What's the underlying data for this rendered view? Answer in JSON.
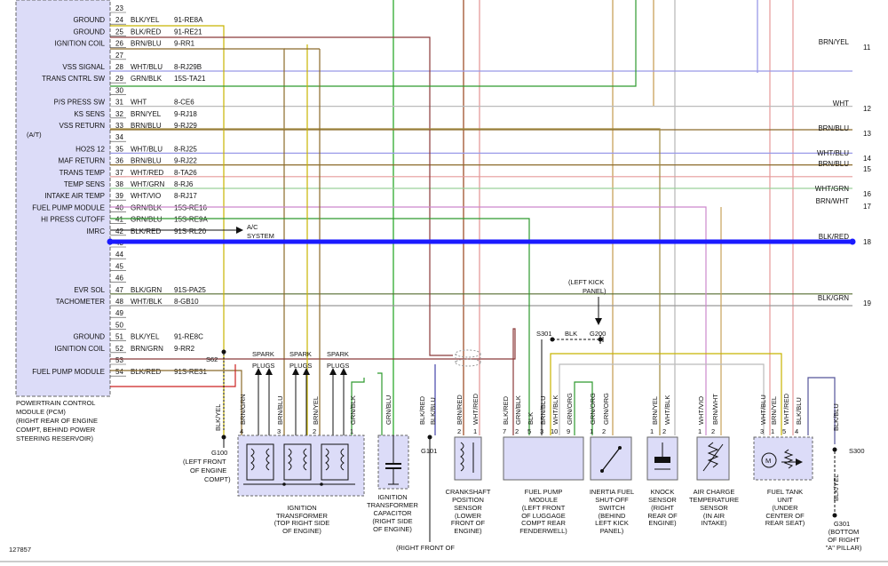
{
  "pcm": {
    "caption": [
      "POWERTRAIN CONTROL",
      "MODULE (PCM)",
      "(RIGHT REAR OF ENGINE",
      "COMPT, BEHIND POWER",
      "STEERING RESERVOIR)"
    ],
    "at_note": "(A/T)",
    "pins": [
      {
        "pin": "23",
        "label": "",
        "color": "",
        "circuit": ""
      },
      {
        "pin": "24",
        "label": "GROUND",
        "color": "BLK/YEL",
        "circuit": "91-RE8A"
      },
      {
        "pin": "25",
        "label": "GROUND",
        "color": "BLK/RED",
        "circuit": "91-RE21"
      },
      {
        "pin": "26",
        "label": "IGNITION COIL",
        "color": "BRN/BLU",
        "circuit": "9-RR1"
      },
      {
        "pin": "27",
        "label": "",
        "color": "",
        "circuit": ""
      },
      {
        "pin": "28",
        "label": "VSS SIGNAL",
        "color": "WHT/BLU",
        "circuit": "8-RJ29B"
      },
      {
        "pin": "29",
        "label": "TRANS CNTRL SW",
        "color": "GRN/BLK",
        "circuit": "15S-TA21"
      },
      {
        "pin": "30",
        "label": "",
        "color": "",
        "circuit": ""
      },
      {
        "pin": "31",
        "label": "P/S PRESS SW",
        "color": "WHT",
        "circuit": "8-CE6"
      },
      {
        "pin": "32",
        "label": "KS SENS",
        "color": "BRN/YEL",
        "circuit": "9-RJ18"
      },
      {
        "pin": "33",
        "label": "VSS RETURN",
        "color": "BRN/BLU",
        "circuit": "9-RJ29"
      },
      {
        "pin": "34",
        "label": "",
        "color": "",
        "circuit": ""
      },
      {
        "pin": "35",
        "label": "HO2S 12",
        "color": "WHT/BLU",
        "circuit": "8-RJ25"
      },
      {
        "pin": "36",
        "label": "MAF RETURN",
        "color": "BRN/BLU",
        "circuit": "9-RJ22"
      },
      {
        "pin": "37",
        "label": "TRANS TEMP",
        "color": "WHT/RED",
        "circuit": "8-TA26"
      },
      {
        "pin": "38",
        "label": "TEMP SENS",
        "color": "WHT/GRN",
        "circuit": "8-RJ6"
      },
      {
        "pin": "39",
        "label": "INTAKE AIR TEMP",
        "color": "WHT/VIO",
        "circuit": "8-RJ17"
      },
      {
        "pin": "40",
        "label": "FUEL PUMP MODULE",
        "color": "GRN/BLK",
        "circuit": "15S-RE16"
      },
      {
        "pin": "41",
        "label": "HI PRESS CUTOFF",
        "color": "GRN/BLU",
        "circuit": "15S-RE9A"
      },
      {
        "pin": "42",
        "label": "IMRC",
        "color": "BLK/RED",
        "circuit": "91S-RL20"
      },
      {
        "pin": "43",
        "label": "",
        "color": "",
        "circuit": ""
      },
      {
        "pin": "44",
        "label": "",
        "color": "",
        "circuit": ""
      },
      {
        "pin": "45",
        "label": "",
        "color": "",
        "circuit": ""
      },
      {
        "pin": "46",
        "label": "",
        "color": "",
        "circuit": ""
      },
      {
        "pin": "47",
        "label": "EVR SOL",
        "color": "BLK/GRN",
        "circuit": "91S-PA25"
      },
      {
        "pin": "48",
        "label": "TACHOMETER",
        "color": "WHT/BLK",
        "circuit": "8-GB10"
      },
      {
        "pin": "49",
        "label": "",
        "color": "",
        "circuit": ""
      },
      {
        "pin": "50",
        "label": "",
        "color": "",
        "circuit": ""
      },
      {
        "pin": "51",
        "label": "GROUND",
        "color": "BLK/YEL",
        "circuit": "91-RE8C"
      },
      {
        "pin": "52",
        "label": "IGNITION COIL",
        "color": "BRN/GRN",
        "circuit": "9-RR2"
      },
      {
        "pin": "53",
        "label": "",
        "color": "",
        "circuit": ""
      },
      {
        "pin": "54",
        "label": "FUEL PUMP MODULE",
        "color": "BLK/RED",
        "circuit": "91S-RE31"
      }
    ]
  },
  "right_refs": [
    {
      "color": "BRN/YEL",
      "num": "11"
    },
    {
      "color": "WHT",
      "num": "12"
    },
    {
      "color": "BRN/BLU",
      "num": "13"
    },
    {
      "color": "WHT/BLU",
      "num": "14"
    },
    {
      "color": "BRN/BLU",
      "num": "15"
    },
    {
      "color": "WHT/GRN",
      "num": "16"
    },
    {
      "color": "BRN/WHT",
      "num": "17"
    },
    {
      "color": "BLK/RED",
      "num": "18"
    },
    {
      "color": "BLK/GRN",
      "num": "19"
    }
  ],
  "ac_system": [
    "A/C",
    "SYSTEM"
  ],
  "splice_s62": "S62",
  "g100": {
    "id": "G100",
    "wire": "BLK/YEL",
    "loc": [
      "(LEFT FRONT",
      "OF ENGINE",
      "COMPT)"
    ]
  },
  "spark_plugs": [
    "SPARK",
    "PLUGS"
  ],
  "ignition_transformer": {
    "wires": [
      "BRN/GRN",
      "BRN/BLU",
      "BRN/YEL",
      "GRN/BLK"
    ],
    "pins": [
      "4",
      "3",
      "2",
      "1"
    ],
    "label": [
      "IGNITION",
      "TRANSFORMER",
      "(TOP RIGHT SIDE",
      "OF ENGINE)"
    ]
  },
  "ignition_capacitor": {
    "wire": "GRN/BLU",
    "label": [
      "IGNITION",
      "TRANSFORMER",
      "CAPACITOR",
      "(RIGHT SIDE",
      "OF ENGINE)"
    ]
  },
  "g101": {
    "id": "G101",
    "wires": [
      "BLK/RED",
      "BLK/BLU"
    ],
    "loc": "(RIGHT FRONT OF"
  },
  "crankshaft": {
    "wires": [
      "BRN/RED",
      "WHT/RED"
    ],
    "pins": [
      "2",
      "1"
    ],
    "label": [
      "CRANKSHAFT",
      "POSITION",
      "SENSOR",
      "(LOWER",
      "FRONT OF",
      "ENGINE)"
    ]
  },
  "left_kick_panel": [
    "(LEFT KICK",
    "PANEL)"
  ],
  "s301": "S301",
  "g200": "G200",
  "blk": "BLK",
  "fuel_pump_module": {
    "wires": [
      "BLK/RED",
      "GRN/BLK",
      "BLK",
      "BRN/BLU",
      "WHT/BLK",
      "GRN/ORG"
    ],
    "pins": [
      "7",
      "2",
      "5",
      "3",
      "10",
      "9"
    ],
    "label": [
      "FUEL PUMP",
      "MODULE",
      "(LEFT FRONT",
      "OF LUGGAGE",
      "COMPT REAR",
      "FENDERWELL)"
    ]
  },
  "inertia_switch": {
    "wires": [
      "GRN/ORG",
      "GRN/ORG"
    ],
    "pins": [
      "1",
      "2"
    ],
    "label": [
      "INERTIA FUEL",
      "SHUT-OFF",
      "SWITCH",
      "(BEHIND",
      "LEFT KICK",
      "PANEL)"
    ]
  },
  "knock_sensor": {
    "wires": [
      "BRN/YEL",
      "WHT/BLK"
    ],
    "pins": [
      "1",
      "2"
    ],
    "label": [
      "KNOCK",
      "SENSOR",
      "(RIGHT",
      "REAR OF",
      "ENGINE)"
    ]
  },
  "air_charge": {
    "wires": [
      "WHT/VIO",
      "BRN/WHT"
    ],
    "pins": [
      "1",
      "2"
    ],
    "label": [
      "AIR CHARGE",
      "TEMPERATURE",
      "SENSOR",
      "(IN AIR",
      "INTAKE)"
    ]
  },
  "fuel_tank_unit": {
    "wires": [
      "WHT/BLU",
      "BRN/YEL",
      "WHT/RED",
      "BLK/BLU"
    ],
    "pins": [
      "3",
      "1",
      "5",
      "4"
    ],
    "motor": "M",
    "label": [
      "FUEL TANK",
      "UNIT",
      "(UNDER",
      "CENTER OF",
      "REAR SEAT)"
    ]
  },
  "s300": {
    "id": "S300",
    "wire": "BLK/BLU"
  },
  "g301": {
    "id": "G301",
    "wire": "BLK/YEL",
    "loc": [
      "(BOTTOM",
      "OF RIGHT",
      "\"A\" PILLAR)"
    ]
  },
  "doc_id": "127857"
}
